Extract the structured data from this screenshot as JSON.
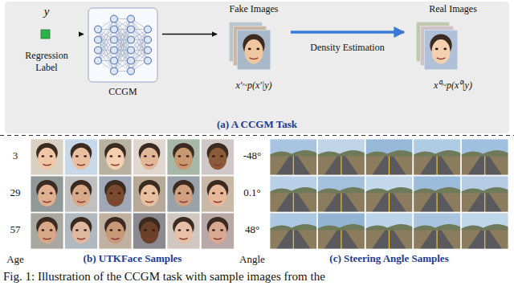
{
  "diagram": {
    "caption": "Fig. 1: Illustration of the CCGM task with sample images from the",
    "nodes": [
      {
        "text": [
          "(a) A CCGM Task"
        ]
      },
      {
        "text": [
          "y",
          "Regression Label"
        ],
        "in": 0
      },
      {
        "text": [
          "CCGM"
        ],
        "in": 0
      },
      {
        "text": [
          "Fake Images",
          "x′~p(x′|y)"
        ],
        "in": 0
      },
      {
        "text": [
          "Real Images",
          "x⁰~p(x⁰|y)"
        ],
        "in": 0
      },
      {
        "text": [
          "(b) UTKFace Samples"
        ]
      },
      {
        "text": [
          "(c) Steering Angle Samples"
        ]
      }
    ],
    "edges": [
      {
        "from": 1,
        "to": 2,
        "arrow": "to"
      },
      {
        "from": 2,
        "to": 3,
        "arrow": "to"
      },
      {
        "from": 3,
        "to": 4,
        "arrow": "to",
        "label": "Density Estimation"
      }
    ],
    "labels": [
      "3",
      "29",
      "57",
      "Age",
      "-48°",
      "0.1°",
      "48°",
      "Angle"
    ]
  }
}
